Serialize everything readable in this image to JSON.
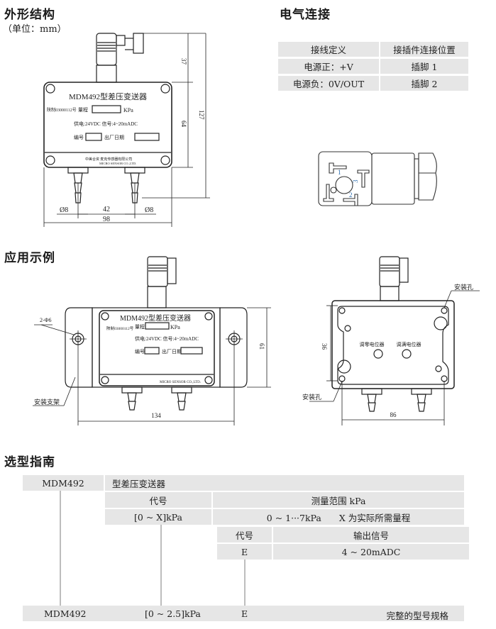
{
  "sections": {
    "outline": {
      "title": "外形结构",
      "unit_note": "（单位：mm）"
    },
    "electrical": {
      "title": "电气连接"
    },
    "application": {
      "title": "应用示例"
    },
    "selection": {
      "title": "选型指南"
    }
  },
  "nameplate": {
    "title": "MDM492型差压变送器",
    "license": "陕制03000112号",
    "range_label": "量程",
    "range_unit": "KPa",
    "power_signal": "供电:24VDC 信号:4~20mADC",
    "serial_label": "编号",
    "date_label": "出厂日期",
    "company_cn": "中美合资 麦克传感器有限公司",
    "company_en": "MICRO SENSOR CO.,LTD."
  },
  "outline_dims": {
    "connector_height": "37",
    "body_height": "64",
    "total_height": "127",
    "port_spacing": "42",
    "width": "98",
    "port_left": "Ø8",
    "port_right": "Ø8"
  },
  "wiring_table": {
    "headers": [
      "接线定义",
      "接插件连接位置"
    ],
    "rows": [
      [
        "电源正：+V",
        "插脚 1"
      ],
      [
        "电源负：0V/OUT",
        "插脚 2"
      ]
    ]
  },
  "connector_pins": [
    "1",
    "2",
    "3"
  ],
  "application_dims": {
    "mount_hole": "2-Φ6",
    "bracket_label": "安装支架",
    "bracket_width": "134",
    "bracket_height": "61",
    "rear_height": "36",
    "rear_width": "86",
    "mount_hole_label": "安装孔",
    "zero_pot": "调零电位器",
    "span_pot": "调满电位器"
  },
  "selection_guide": {
    "model": "MDM492",
    "model_desc": "型差压变送器",
    "range_code_header": "代号",
    "range_header": "测量范围 kPa",
    "range_code": "[0 ~ X]kPa",
    "range_desc": "0 ~ 1···7kPa　　X 为实际所需量程",
    "output_code_header": "代号",
    "output_header": "输出信号",
    "output_code": "E",
    "output_desc": "4 ~ 20mADC",
    "example": {
      "model": "MDM492",
      "range": "[0 ~ 2.5]kPa",
      "output": "E",
      "label": "完整的型号规格"
    }
  }
}
